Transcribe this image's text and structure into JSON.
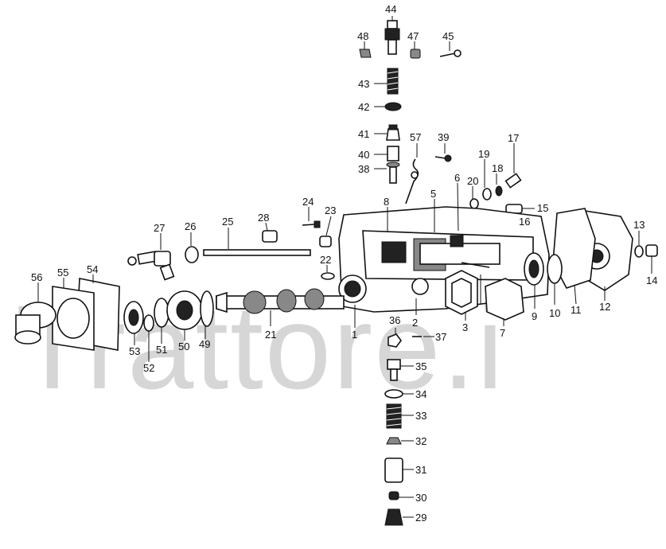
{
  "watermark": "Trattore.i",
  "callouts": [
    {
      "id": "44",
      "text": "44"
    },
    {
      "id": "48",
      "text": "48"
    },
    {
      "id": "47",
      "text": "47"
    },
    {
      "id": "45",
      "text": "45"
    },
    {
      "id": "43",
      "text": "43"
    },
    {
      "id": "42",
      "text": "42"
    },
    {
      "id": "41",
      "text": "41"
    },
    {
      "id": "57",
      "text": "57"
    },
    {
      "id": "39",
      "text": "39"
    },
    {
      "id": "40",
      "text": "40"
    },
    {
      "id": "38",
      "text": "38"
    },
    {
      "id": "17",
      "text": "17"
    },
    {
      "id": "19",
      "text": "19"
    },
    {
      "id": "18",
      "text": "18"
    },
    {
      "id": "20",
      "text": "20"
    },
    {
      "id": "6",
      "text": "6"
    },
    {
      "id": "5",
      "text": "5"
    },
    {
      "id": "8",
      "text": "8"
    },
    {
      "id": "24",
      "text": "24"
    },
    {
      "id": "23",
      "text": "23"
    },
    {
      "id": "15",
      "text": "15"
    },
    {
      "id": "16",
      "text": "16"
    },
    {
      "id": "27",
      "text": "27"
    },
    {
      "id": "26",
      "text": "26"
    },
    {
      "id": "25",
      "text": "25"
    },
    {
      "id": "28",
      "text": "28"
    },
    {
      "id": "13",
      "text": "13"
    },
    {
      "id": "22",
      "text": "22"
    },
    {
      "id": "56",
      "text": "56"
    },
    {
      "id": "55",
      "text": "55"
    },
    {
      "id": "54",
      "text": "54"
    },
    {
      "id": "14",
      "text": "14"
    },
    {
      "id": "12",
      "text": "12"
    },
    {
      "id": "11",
      "text": "11"
    },
    {
      "id": "10",
      "text": "10"
    },
    {
      "id": "9",
      "text": "9"
    },
    {
      "id": "21",
      "text": "21"
    },
    {
      "id": "1",
      "text": "1"
    },
    {
      "id": "2",
      "text": "2"
    },
    {
      "id": "3",
      "text": "3"
    },
    {
      "id": "7",
      "text": "7"
    },
    {
      "id": "36",
      "text": "36"
    },
    {
      "id": "37",
      "text": "37"
    },
    {
      "id": "53",
      "text": "53"
    },
    {
      "id": "51",
      "text": "51"
    },
    {
      "id": "50",
      "text": "50"
    },
    {
      "id": "49",
      "text": "49"
    },
    {
      "id": "52",
      "text": "52"
    },
    {
      "id": "35",
      "text": "35"
    },
    {
      "id": "34",
      "text": "34"
    },
    {
      "id": "33",
      "text": "33"
    },
    {
      "id": "32",
      "text": "32"
    },
    {
      "id": "31",
      "text": "31"
    },
    {
      "id": "30",
      "text": "30"
    },
    {
      "id": "29",
      "text": "29"
    }
  ]
}
